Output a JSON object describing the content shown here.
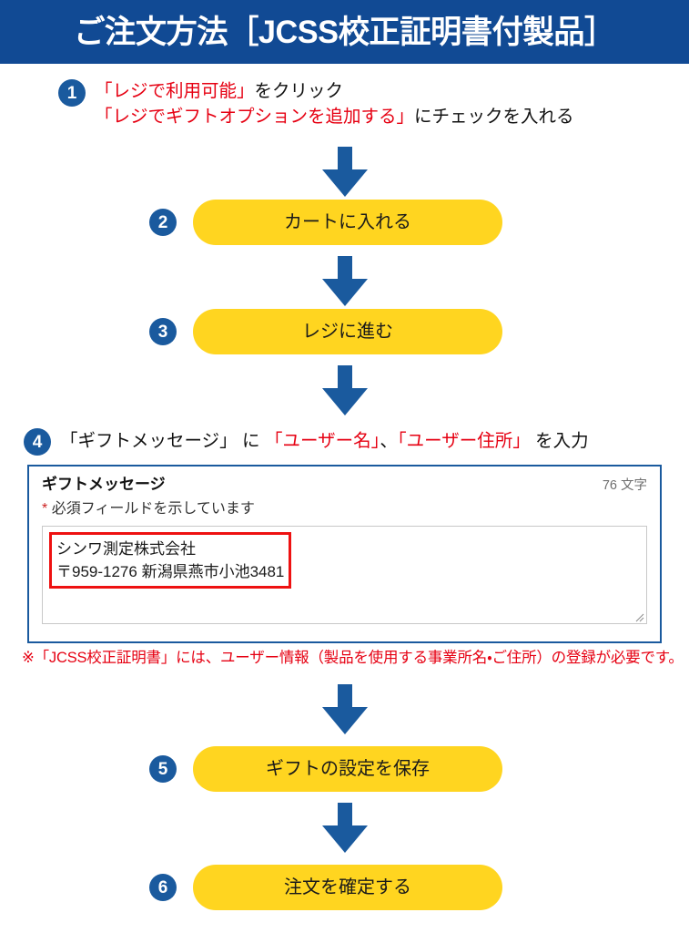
{
  "header": {
    "title": "ご注文方法［JCSS校正証明書付製品］",
    "bg_color": "#114a94",
    "text_color": "#ffffff"
  },
  "colors": {
    "banner_blue": "#114a94",
    "badge_blue": "#1a5a9e",
    "arrow_blue": "#1a5a9e",
    "button_yellow": "#ffd520",
    "accent_red": "#e60012",
    "highlight_red": "#ee1111",
    "panel_border_blue": "#1a5a9e"
  },
  "step1": {
    "number": "1",
    "line1_red": "「レジで利用可能」",
    "line1_black": "をクリック",
    "line2_red": "「レジでギフトオプションを追加する」",
    "line2_black": "にチェックを入れる"
  },
  "step2": {
    "number": "2",
    "button_label": "カートに入れる"
  },
  "step3": {
    "number": "3",
    "button_label": "レジに進む"
  },
  "step4": {
    "number": "4",
    "text_black_1": "「ギフトメッセージ」 に ",
    "text_red_1": "「ユーザー名」",
    "text_black_2": "、",
    "text_red_2": "「ユーザー住所」",
    "text_black_3": " を入力"
  },
  "gift_panel": {
    "title": "ギフトメッセージ",
    "char_count": "76 文字",
    "required_star": "*",
    "required_note": "必須フィールドを示しています",
    "textarea_line1": "シンワ測定株式会社",
    "textarea_line2": "〒959-1276 新潟県燕市小池3481"
  },
  "note": {
    "text": "※「JCSS校正証明書」には、ユーザー情報（製品を使用する事業所名・ご住所）の登録が必要です。"
  },
  "step5": {
    "number": "5",
    "button_label": "ギフトの設定を保存"
  },
  "step6": {
    "number": "6",
    "button_label": "注文を確定する"
  },
  "arrows": {
    "icon": "arrow-down-icon",
    "count": 5
  }
}
